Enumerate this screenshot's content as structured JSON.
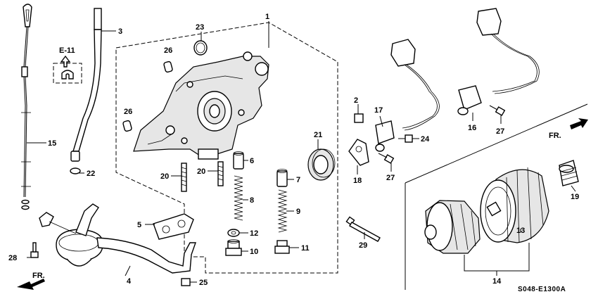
{
  "diagram": {
    "part_labels": {
      "p1": "1",
      "p2": "2",
      "p3": "3",
      "p4": "4",
      "p5": "5",
      "p6": "6",
      "p7": "7",
      "p8": "8",
      "p9": "9",
      "p10": "10",
      "p11": "11",
      "p12": "12",
      "p13": "13",
      "p14": "14",
      "p15": "15",
      "p16": "16",
      "p17": "17",
      "p18": "18",
      "p19": "19",
      "p20a": "20",
      "p20b": "20",
      "p21": "21",
      "p22": "22",
      "p23": "23",
      "p24": "24",
      "p25": "25",
      "p26a": "26",
      "p26b": "26",
      "p27a": "27",
      "p27b": "27",
      "p28": "28",
      "p29": "29"
    },
    "reference": "E-11",
    "direction_labels": {
      "left": "FR.",
      "right": "FR."
    },
    "diagram_code": "S048-E1300A"
  }
}
